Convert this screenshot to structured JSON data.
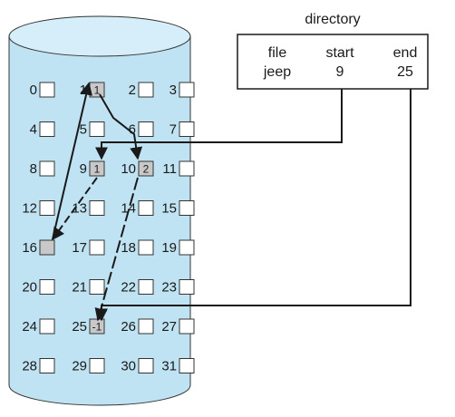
{
  "directory": {
    "title": "directory",
    "headers": [
      "file",
      "start",
      "end"
    ],
    "row": {
      "file": "jeep",
      "start": "9",
      "end": "25"
    }
  },
  "disk": {
    "blocks": [
      {
        "n": "0"
      },
      {
        "n": "1",
        "ptr": "1",
        "used": true
      },
      {
        "n": "2"
      },
      {
        "n": "3"
      },
      {
        "n": "4"
      },
      {
        "n": "5"
      },
      {
        "n": "6"
      },
      {
        "n": "7"
      },
      {
        "n": "8"
      },
      {
        "n": "9",
        "ptr": "1",
        "used": true
      },
      {
        "n": "10",
        "ptr": "2",
        "used": true
      },
      {
        "n": "11"
      },
      {
        "n": "12"
      },
      {
        "n": "13"
      },
      {
        "n": "14"
      },
      {
        "n": "15"
      },
      {
        "n": "16",
        "ptr": "",
        "used": true
      },
      {
        "n": "17"
      },
      {
        "n": "18"
      },
      {
        "n": "19"
      },
      {
        "n": "20"
      },
      {
        "n": "21"
      },
      {
        "n": "22"
      },
      {
        "n": "23"
      },
      {
        "n": "24"
      },
      {
        "n": "25",
        "ptr": "-1",
        "used": true
      },
      {
        "n": "26"
      },
      {
        "n": "27"
      },
      {
        "n": "28"
      },
      {
        "n": "29"
      },
      {
        "n": "30"
      },
      {
        "n": "31"
      }
    ],
    "colors": {
      "cylinder": "#bfe3f3",
      "cylinder_top": "#d6eef9",
      "used_block": "#c8c8c8",
      "arrow": "#1a1a1a"
    }
  }
}
